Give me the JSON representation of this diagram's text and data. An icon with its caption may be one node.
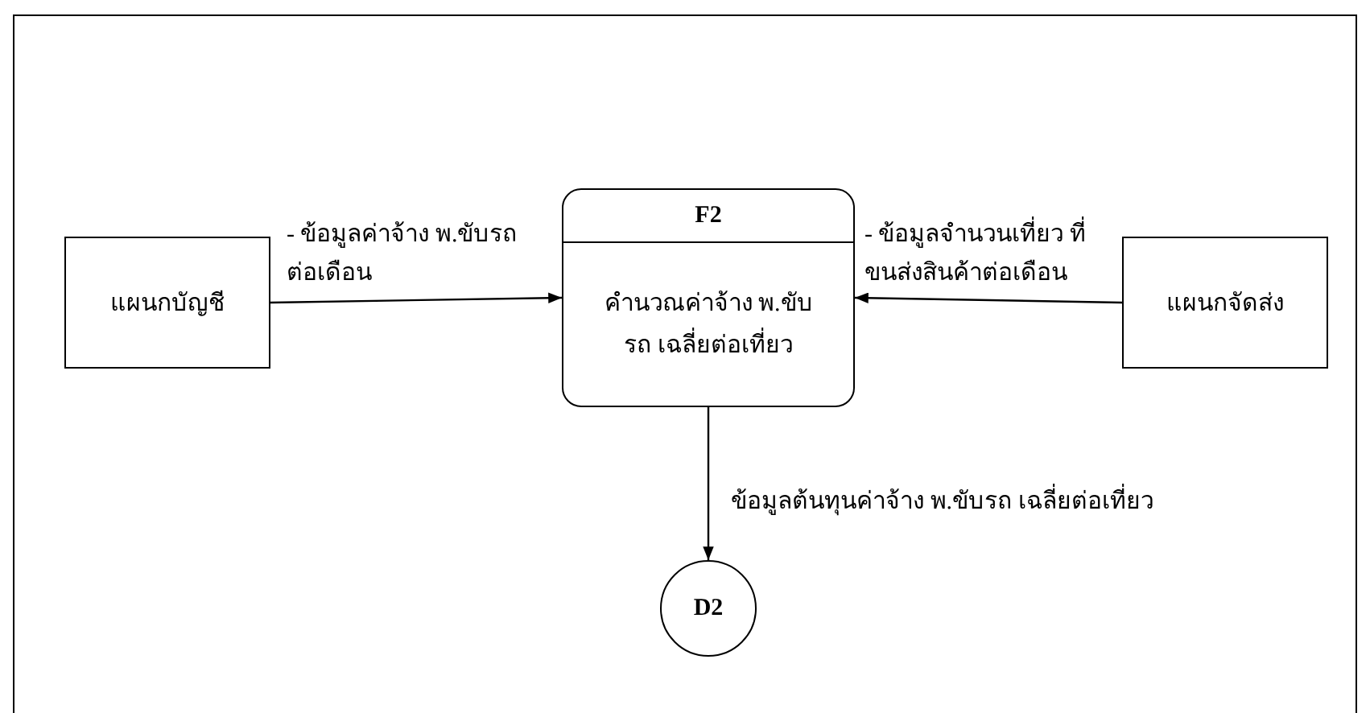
{
  "diagram": {
    "nodes": [
      {
        "text": [
          "แผนกบัญชี"
        ]
      },
      {
        "text": [
          "F2",
          "คำนวณค่าจ้าง พ.ขับรถ เฉลี่ยต่อเที่ยว"
        ]
      },
      {
        "text": [
          "แผนกจัดส่ง"
        ]
      },
      {
        "text": [
          "D2"
        ]
      }
    ],
    "edges": [
      {
        "from": 0,
        "to": 1,
        "arrow": "to",
        "label": "- ข้อมูลค่าจ้าง พ.ขับรถ ต่อเดือน"
      },
      {
        "from": 2,
        "to": 1,
        "arrow": "to",
        "label": "- ข้อมูลจำนวนเที่ยว ที่ขนส่งสินค้าต่อเดือน"
      },
      {
        "from": 1,
        "to": 3,
        "arrow": "to",
        "label": "ข้อมูลต้นทุนค่าจ้าง พ.ขับรถ เฉลี่ยต่อเที่ยว"
      }
    ]
  }
}
